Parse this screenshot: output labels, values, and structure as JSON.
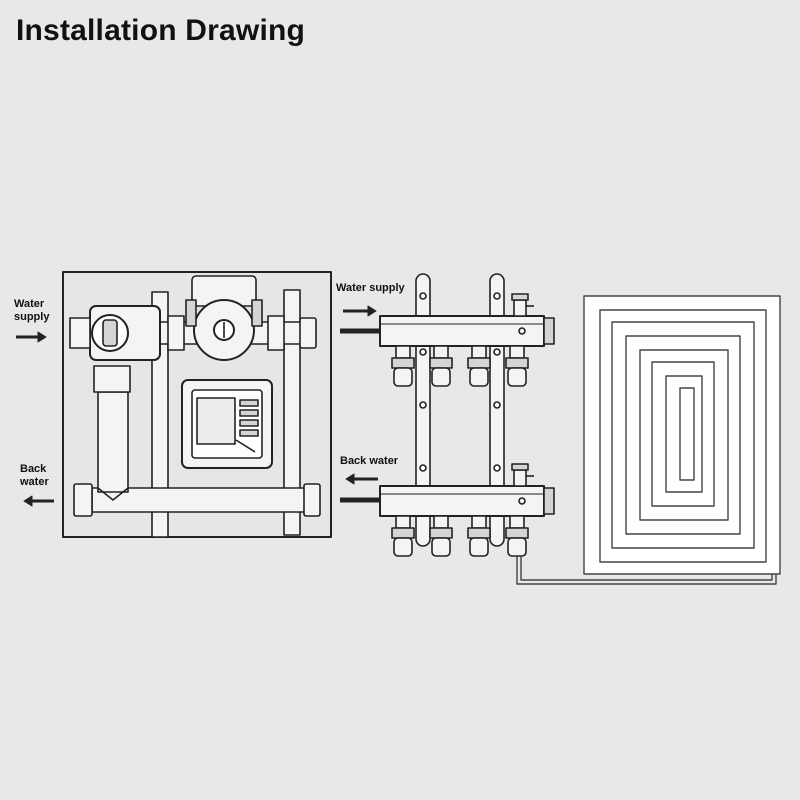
{
  "title": "Installation Drawing",
  "labels": {
    "left_water_supply_line1": "Water",
    "left_water_supply_line2": "supply",
    "left_back_water_line1": "Back",
    "left_back_water_line2": "water",
    "manifold_water_supply": "Water supply",
    "manifold_back_water": "Back water"
  },
  "colors": {
    "background": "#e8e8e8",
    "line": "#222222",
    "fill_light": "#f4f4f4",
    "fill_mid": "#d4d4d4",
    "arrow": "#222222"
  },
  "icons": {
    "supply_arrows": "arrow-right-icon",
    "return_arrows": "arrow-left-icon",
    "mixing_valve": "valve-icon",
    "pump": "pump-icon",
    "control_box": "control-box-icon",
    "floor_heating_loop": "floor-coil-icon"
  }
}
